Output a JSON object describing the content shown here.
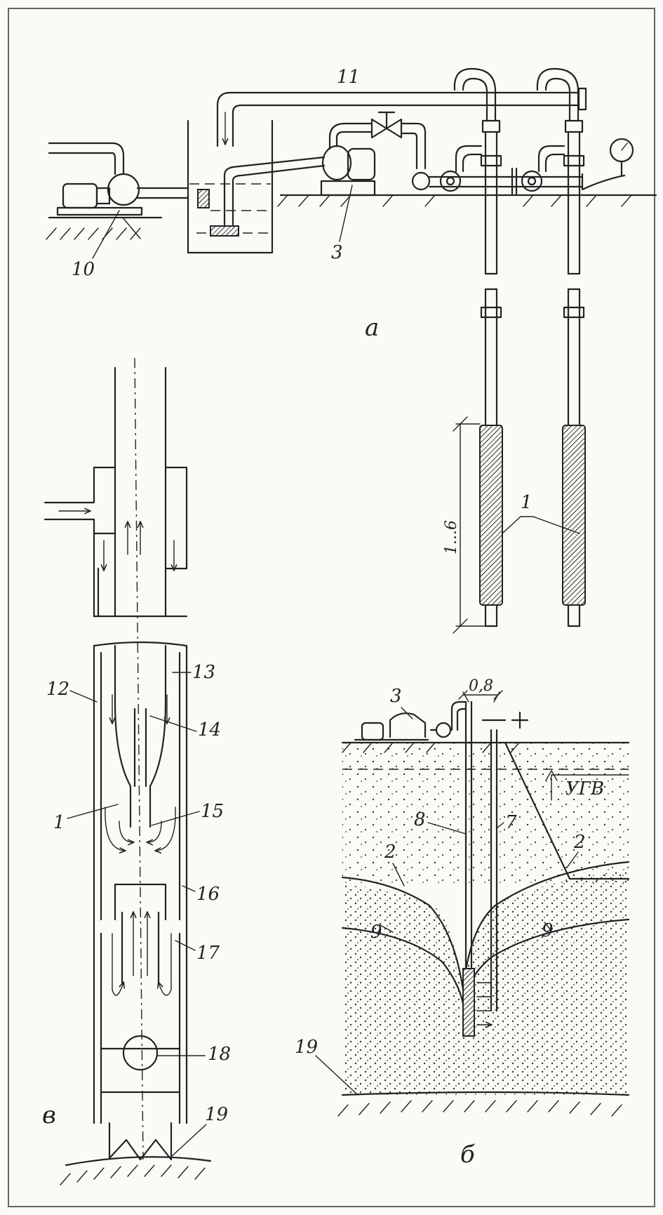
{
  "panels": {
    "a": {
      "letter": "а"
    },
    "b": {
      "letter": "б"
    },
    "v": {
      "letter": "в"
    }
  },
  "labels": {
    "n1a": "1",
    "n3a": "3",
    "n10": "10",
    "n11": "11",
    "n1v": "1",
    "n12": "12",
    "n13": "13",
    "n14": "14",
    "n15": "15",
    "n16": "16",
    "n17": "17",
    "n18": "18",
    "n19v": "19",
    "n3b": "3",
    "n2l": "2",
    "n2r": "2",
    "n7": "7",
    "n8": "8",
    "n9l": "9",
    "n9r": "9",
    "n19b": "19",
    "ugv": "УГВ"
  },
  "dimensions": {
    "filter_length": "1...6",
    "well_spacing": "0,8"
  },
  "colors": {
    "ink": "#222222",
    "paper": "#fbfaf6"
  }
}
